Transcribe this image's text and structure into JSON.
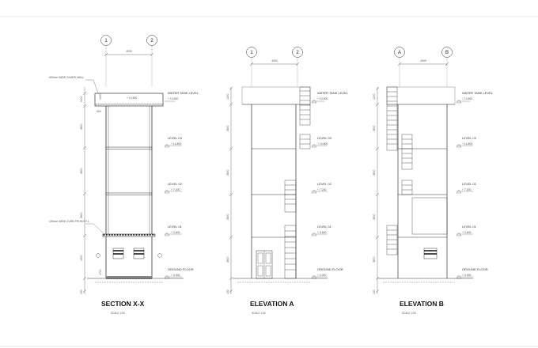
{
  "drawings": [
    {
      "id": "section",
      "title": "SECTION X-X",
      "scale": "SCALE 1:00",
      "grid": [
        "1",
        "2"
      ],
      "grid_dim": "4000",
      "height_dims": [
        "1200",
        "3600",
        "3600",
        "3600",
        "1500",
        "150"
      ],
      "notes": [
        "600mm WIDE GUARD WALL",
        "150mm WIDE CURB FROM F.F.L."
      ],
      "small_dims": [
        "1200",
        "600",
        "1700"
      ],
      "levels": [
        {
          "name": "WATER TANK LEVEL",
          "value": "+ 13.500"
        },
        {
          "name": "LEVEL 03",
          "value": "+ 10.800"
        },
        {
          "name": "LEVEL 02",
          "value": "+ 7.200"
        },
        {
          "name": "LEVEL 01",
          "value": "+ 3.600"
        },
        {
          "name": "GROUND FLOOR",
          "value": "+ 0.000"
        }
      ]
    },
    {
      "id": "elev-a",
      "title": "ELEVATION A",
      "scale": "SCALE 1:00",
      "grid": [
        "1",
        "2"
      ],
      "grid_dim": "4000",
      "height_dims": [
        "1200",
        "3600",
        "3600",
        "3600",
        "3600",
        "150"
      ],
      "levels": [
        {
          "name": "WATER TANK LEVEL",
          "value": "+ 13.500"
        },
        {
          "name": "LEVEL 03",
          "value": "+ 10.800"
        },
        {
          "name": "LEVEL 02",
          "value": "+ 7.200"
        },
        {
          "name": "LEVEL 01",
          "value": "+ 3.600"
        },
        {
          "name": "GROUND FLOOR",
          "value": "+ 0.000"
        }
      ]
    },
    {
      "id": "elev-b",
      "title": "ELEVATION B",
      "scale": "SCALE 1:00",
      "grid": [
        "A",
        "B"
      ],
      "grid_dim": "4000",
      "height_dims": [
        "1200",
        "3600",
        "3600",
        "3600",
        "3600",
        "150"
      ],
      "levels": [
        {
          "name": "WATER TANK LEVEL",
          "value": "+ 13.500"
        },
        {
          "name": "LEVEL 03",
          "value": "+ 10.800"
        },
        {
          "name": "LEVEL 02",
          "value": "+ 7.200"
        },
        {
          "name": "LEVEL 01",
          "value": "+ 3.600"
        },
        {
          "name": "GROUND FLOOR",
          "value": "+ 0.000"
        }
      ]
    }
  ]
}
